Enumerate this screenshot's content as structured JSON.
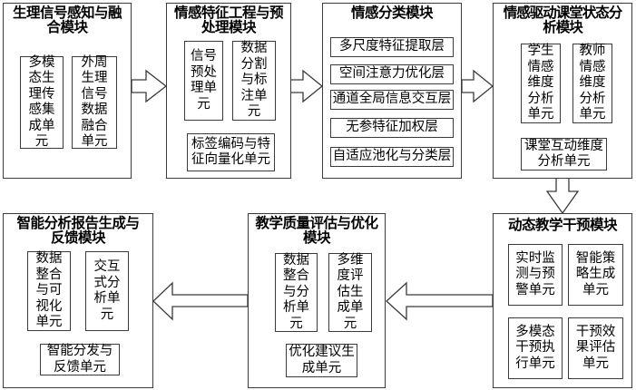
{
  "modules": {
    "m1": {
      "title": "生理信号感知与融合模块",
      "title_lines": [
        "生理信号感知与融",
        "合模块"
      ],
      "units": [
        {
          "label": "多模态生理传感集成单元",
          "lines": [
            "多模",
            "态生",
            "理传",
            "感集",
            "成单",
            "元"
          ]
        },
        {
          "label": "外周生理信号数据融合单元",
          "lines": [
            "外周",
            "生理",
            "信号",
            "数据",
            "融合",
            "单元"
          ]
        }
      ]
    },
    "m2": {
      "title": "情感特征工程与预处理模块",
      "title_lines": [
        "情感特征工程与预",
        "处理模块"
      ],
      "units": [
        {
          "label": "信号预处理单元",
          "lines": [
            "信号",
            "预处",
            "理单",
            "元"
          ]
        },
        {
          "label": "数据分割与标注单元",
          "lines": [
            "数据",
            "分割",
            "与标",
            "注单",
            "元"
          ]
        },
        {
          "label": "标签编码与特征向量化单元",
          "lines": [
            "标签编码与特",
            "征向量化单元"
          ]
        }
      ]
    },
    "m3": {
      "title": "情感分类模块",
      "title_lines": [
        "情感分类模块"
      ],
      "layers": [
        "多尺度特征提取层",
        "空间注意力优化层",
        "通道全局信息交互层",
        "无参特征加权层",
        "自适应池化与分类层"
      ]
    },
    "m4": {
      "title": "情感驱动课堂状态分析模块",
      "title_lines": [
        "情感驱动课堂状态分",
        "析模块"
      ],
      "units": [
        {
          "label": "学生情感维度分析单元",
          "lines": [
            "学生",
            "情感",
            "维度",
            "分析",
            "单元"
          ]
        },
        {
          "label": "教师情感维度分析单元",
          "lines": [
            "教师",
            "情感",
            "维度",
            "分析",
            "单元"
          ]
        },
        {
          "label": "课堂互动维度分析单元",
          "lines": [
            "课堂互动维度",
            "分析单元"
          ]
        }
      ]
    },
    "m5": {
      "title": "动态教学干预模块",
      "title_lines": [
        "动态教学干预模块"
      ],
      "units": [
        {
          "label": "实时监测与预警单元",
          "lines": [
            "实时监",
            "测与预",
            "警单元"
          ]
        },
        {
          "label": "智能策略生成单元",
          "lines": [
            "智能策",
            "略生成",
            "单元"
          ]
        },
        {
          "label": "多模态干预执行单元",
          "lines": [
            "多模态",
            "干预执",
            "行单元"
          ]
        },
        {
          "label": "干预效果评估单元",
          "lines": [
            "干预效",
            "果评估",
            "单元"
          ]
        }
      ]
    },
    "m6": {
      "title": "教学质量评估与优化模块",
      "title_lines": [
        "教学质量评估与优化",
        "模块"
      ],
      "units": [
        {
          "label": "数据整合与分析单元",
          "lines": [
            "数据",
            "整合",
            "与分",
            "析单",
            "元"
          ]
        },
        {
          "label": "多维度评估生成单元",
          "lines": [
            "多维",
            "度评",
            "估生",
            "成单",
            "元"
          ]
        },
        {
          "label": "优化建议生成单元",
          "lines": [
            "优化建议生",
            "成单元"
          ]
        }
      ]
    },
    "m7": {
      "title": "智能分析报告生成与反馈模块",
      "title_lines": [
        "智能分析报告生成与",
        "反馈模块"
      ],
      "units": [
        {
          "label": "数据整合与可视化单元",
          "lines": [
            "数据",
            "整合",
            "与可",
            "视化",
            "单元"
          ]
        },
        {
          "label": "交互式分析单元",
          "lines": [
            "交互",
            "式分",
            "析单",
            "元"
          ]
        },
        {
          "label": "智能分发与反馈单元",
          "lines": [
            "智能分发与",
            "反馈单元"
          ]
        }
      ]
    }
  },
  "flow": [
    {
      "from": "生理信号感知与融合模块",
      "to": "情感特征工程与预处理模块",
      "direction": "right"
    },
    {
      "from": "情感特征工程与预处理模块",
      "to": "情感分类模块",
      "direction": "right"
    },
    {
      "from": "情感分类模块",
      "to": "情感驱动课堂状态分析模块",
      "direction": "right"
    },
    {
      "from": "情感驱动课堂状态分析模块",
      "to": "动态教学干预模块",
      "direction": "down"
    },
    {
      "from": "动态教学干预模块",
      "to": "教学质量评估与优化模块",
      "direction": "left"
    },
    {
      "from": "教学质量评估与优化模块",
      "to": "智能分析报告生成与反馈模块",
      "direction": "left"
    }
  ],
  "colors": {
    "stroke": "#3a3a3a",
    "fill": "#ffffff",
    "text": "#000000"
  }
}
